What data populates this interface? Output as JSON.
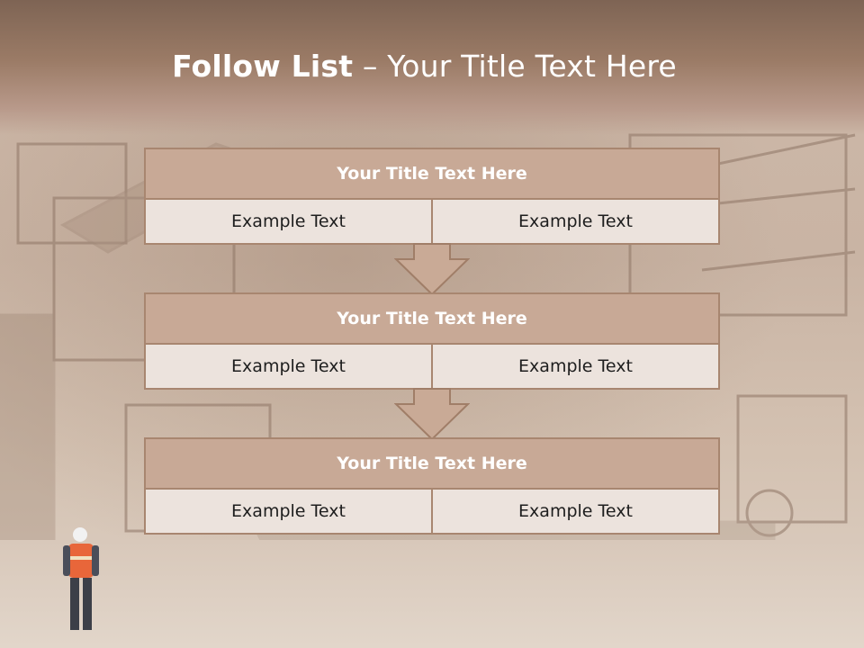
{
  "slide": {
    "title_bold": "Follow List",
    "title_rest": " – Your Title Text Here"
  },
  "blocks": [
    {
      "title": "Your Title Text Here",
      "left": "Example Text",
      "right": "Example Text"
    },
    {
      "title": "Your Title Text Here",
      "left": "Example Text",
      "right": "Example Text"
    },
    {
      "title": "Your Title Text Here",
      "left": "Example Text",
      "right": "Example Text"
    }
  ],
  "colors": {
    "header": "#8b6d5b",
    "block_title": "#c8a996",
    "block_cell": "#ece3dd",
    "border": "#a88670",
    "arrow_fill": "#c9aa96"
  },
  "icons": [
    "down-arrow-icon"
  ]
}
